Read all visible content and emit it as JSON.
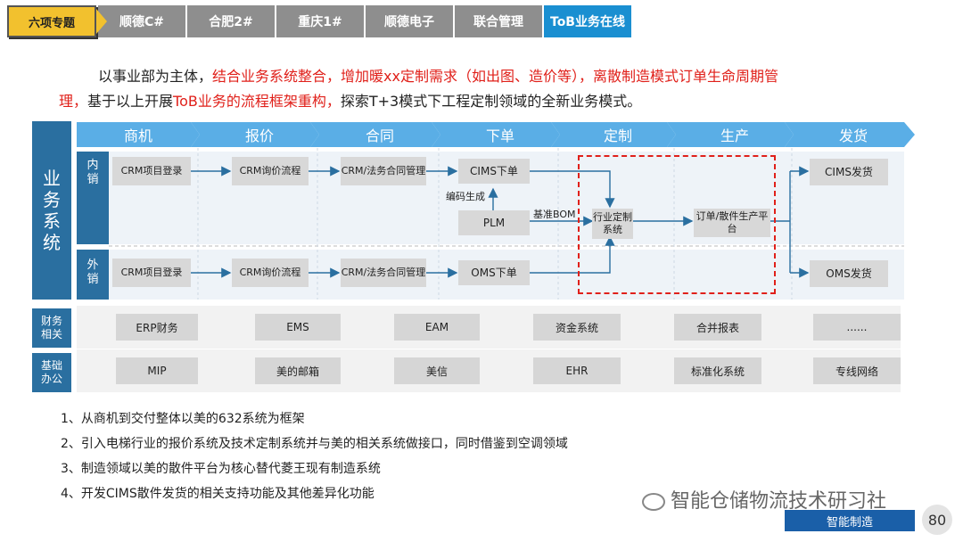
{
  "tabs": {
    "home": "六项专题",
    "items": [
      "顺德C#",
      "合肥2#",
      "重庆1#",
      "顺德电子",
      "联合管理",
      "ToB业务在线"
    ],
    "active_index": 5
  },
  "intro": {
    "p1": "以事业部为主体，",
    "p2": "结合业务系统整合，",
    "p3": "增加暖xx定制需求（如出图、造价等），",
    "p4": "离散制造模式订单生命周期管",
    "p5": "理，",
    "p6": "基于以上开展",
    "p7": "ToB业务的流程框架重构，",
    "p8": "探索T+3模式下工程定制领域的全新业务模式。"
  },
  "diagram": {
    "side_main": "业务系统",
    "side_finance": "财务相关",
    "side_office": "基础办公",
    "stages": [
      "商机",
      "报价",
      "合同",
      "下单",
      "定制",
      "生产",
      "发货"
    ],
    "row_inner": "内销",
    "row_outer": "外销",
    "inner": {
      "crm_lead": "CRM项目登录",
      "crm_quote": "CRM询价流程",
      "crm_contract": "CRM/法务合同管理",
      "cims_order": "CIMS下单",
      "plm": "PLM",
      "custom_sys": "行业定制系统",
      "order_platform": "订单/散件生产平台",
      "cims_ship": "CIMS发货",
      "code_gen": "编码生成",
      "bom": "基准BOM"
    },
    "outer": {
      "crm_lead": "CRM项目登录",
      "crm_quote": "CRM询价流程",
      "crm_contract": "CRM/法务合同管理",
      "oms_order": "OMS下单",
      "oms_ship": "OMS发货"
    },
    "finance": [
      "ERP财务",
      "EMS",
      "EAM",
      "资金系统",
      "合并报表",
      "......"
    ],
    "office": [
      "MIP",
      "美的邮箱",
      "美信",
      "EHR",
      "标准化系统",
      "专线网络"
    ]
  },
  "notes": [
    "1、从商机到交付整体以美的632系统为框架",
    "2、引入电梯行业的报价系统及技术定制系统并与美的相关系统做接口，同时借鉴到空调领域",
    "3、制造领域以美的散件平台为核心替代菱王现有制造系统",
    "4、开发CIMS散件发货的相关支持功能及其他差异化功能"
  ],
  "footer": {
    "watermark": "智能仓储物流技术研习社",
    "badge": "智能制造",
    "page": "80"
  },
  "colors": {
    "accent": "#1a8fd1",
    "dark_blue": "#2a6fa0",
    "highlight": "#e0201a",
    "tab_gold": "#f2c12e"
  }
}
